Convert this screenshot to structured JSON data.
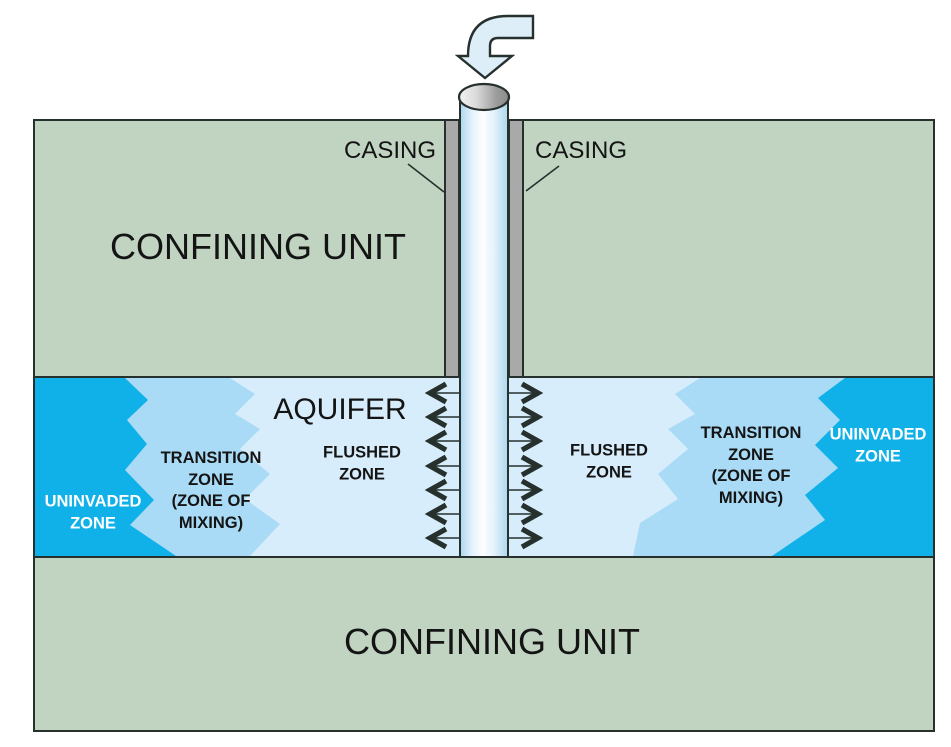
{
  "labels": {
    "confining_unit_top": "CONFINING UNIT",
    "confining_unit_bottom": "CONFINING UNIT",
    "aquifer": "AQUIFER",
    "casing_left": "CASING",
    "casing_right": "CASING",
    "flushed_zone_left": "FLUSHED\nZONE",
    "flushed_zone_right": "FLUSHED\nZONE",
    "transition_zone_left": "TRANSITION\nZONE\n(ZONE OF\nMIXING)",
    "transition_zone_right": "TRANSITION\nZONE\n(ZONE OF\nMIXING)",
    "uninvaded_zone_left": "UNINVADED\nZONE",
    "uninvaded_zone_right": "UNINVADED\nZONE"
  },
  "icons": {
    "injection_arrow": "elbow-down-arrow",
    "flow_arrows": "outward-chevron-arrows"
  },
  "flow": {
    "arrow_rows_per_side": 7
  },
  "colors": {
    "confining": "#c0d4c1",
    "uninvaded": "#10b1e8",
    "transition": "#a9dbf6",
    "flushed": "#d8edfb",
    "casing": "#a9a9a9",
    "pipe-edge": "#b0d9f0",
    "arrow-fill": "#ddeef8",
    "line": "#26302d"
  }
}
